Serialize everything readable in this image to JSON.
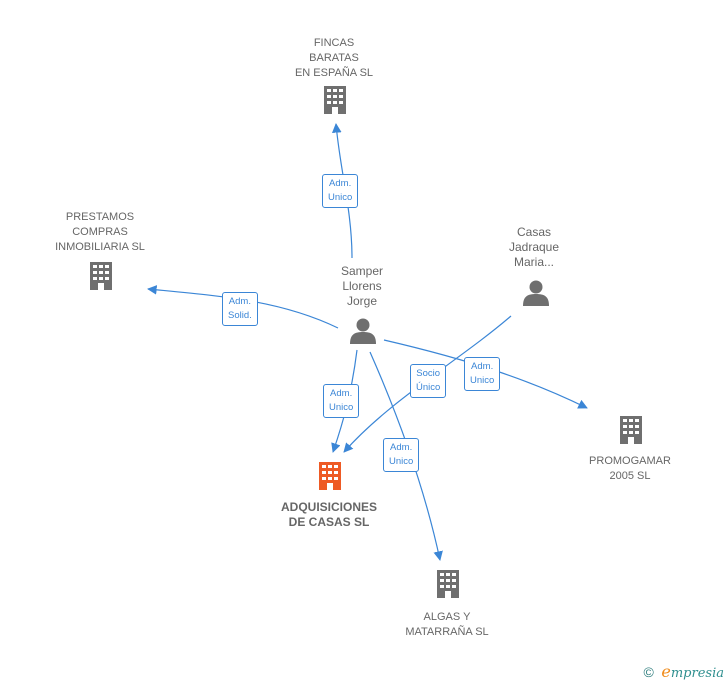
{
  "colors": {
    "edge": "#3b86d6",
    "node": "#6f6f6f",
    "main_node": "#ee5a24"
  },
  "nodes": [
    {
      "id": "fincas",
      "kind": "company",
      "label": "FINCAS\nBARATAS\nEN ESPAÑA  SL"
    },
    {
      "id": "prestamos",
      "kind": "company",
      "label": "PRESTAMOS\nCOMPRAS\nINMOBILIARIA SL"
    },
    {
      "id": "samper",
      "kind": "person",
      "label": "Samper\nLlorens\nJorge"
    },
    {
      "id": "casas",
      "kind": "person",
      "label": "Casas\nJadraque\nMaria..."
    },
    {
      "id": "adquisiciones",
      "kind": "company-main",
      "label": "ADQUISICIONES\nDE CASAS  SL"
    },
    {
      "id": "promogamar",
      "kind": "company",
      "label": "PROMOGAMAR\n2005  SL"
    },
    {
      "id": "algas",
      "kind": "company",
      "label": "ALGAS Y\nMATARRAÑA SL"
    }
  ],
  "edges": [
    {
      "from": "samper",
      "to": "fincas",
      "label": "Adm.\nUnico"
    },
    {
      "from": "samper",
      "to": "prestamos",
      "label": "Adm.\nSolid."
    },
    {
      "from": "samper",
      "to": "adquisiciones",
      "label": "Adm.\nUnico"
    },
    {
      "from": "casas",
      "to": "adquisiciones",
      "label": "Socio\nÚnico"
    },
    {
      "from": "samper",
      "to": "promogamar",
      "label": "Adm.\nUnico"
    },
    {
      "from": "samper",
      "to": "algas",
      "label": "Adm.\nUnico"
    }
  ],
  "footer": {
    "copyright": "©",
    "brand_first": "e",
    "brand_rest": "mpresia"
  }
}
